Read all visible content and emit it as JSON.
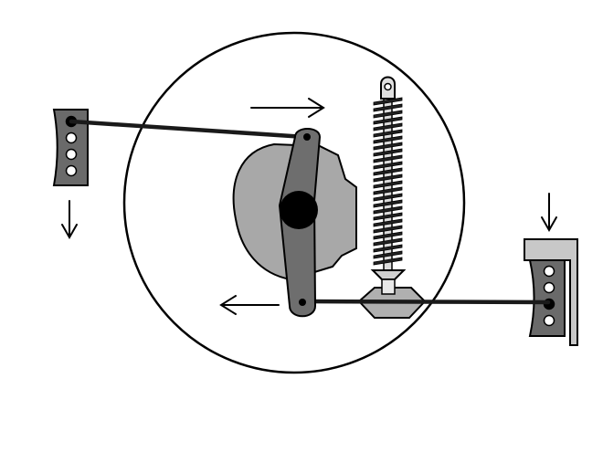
{
  "diagram": {
    "colors": {
      "background": "#ffffff",
      "outline": "#000000",
      "link": "#1a1a1a",
      "part_fill": "#a8a8a8",
      "lever_fill": "#6e6e6e",
      "bracket_fill": "#6a6a6a",
      "mount_fill": "#c8c8c8",
      "hole_fill": "#ffffff",
      "pivot_fill": "#000000"
    },
    "parts": {
      "wheel": "wheel-circle",
      "hub": "hub-shape",
      "lever": "rocker-lever",
      "coilover": "coilover-spring",
      "left_bracket": "left-bracket",
      "right_bracket": "right-bracket"
    },
    "arrows": [
      {
        "id": "arrow-top-right",
        "direction": "right"
      },
      {
        "id": "arrow-bottom-left",
        "direction": "left"
      },
      {
        "id": "arrow-left-down",
        "direction": "down"
      },
      {
        "id": "arrow-right-down",
        "direction": "down"
      }
    ],
    "bracket_holes": {
      "left": {
        "count": 4,
        "filled_index": 0
      },
      "right": {
        "count": 4,
        "filled_index": 2
      }
    }
  }
}
